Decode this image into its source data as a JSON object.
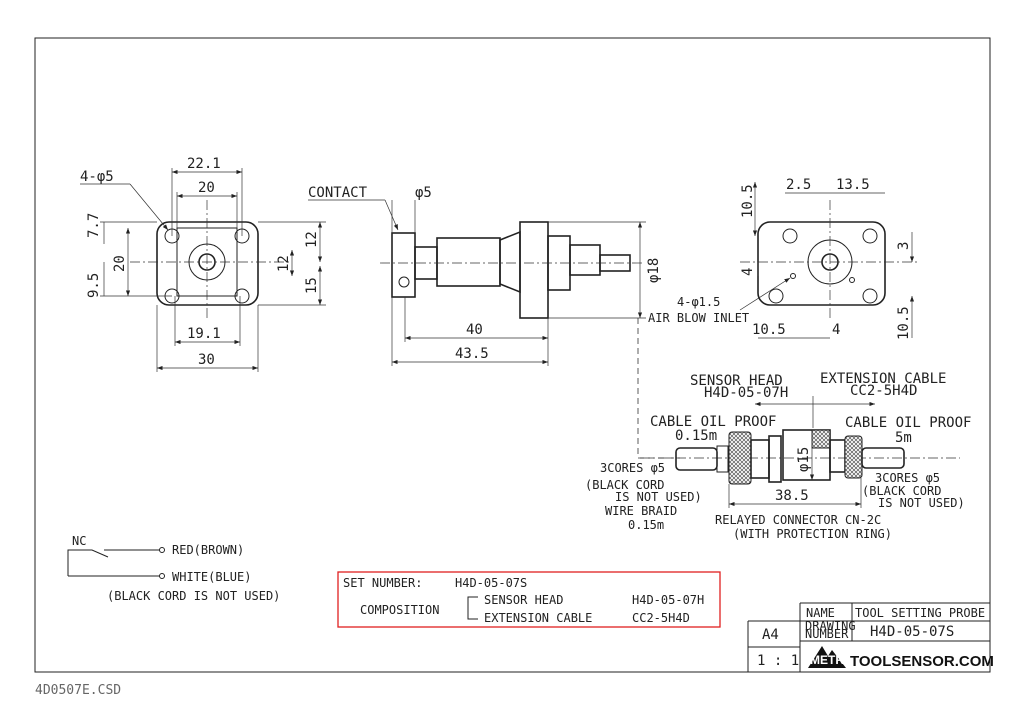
{
  "footer": {
    "file_name": "4D0507E.CSD"
  },
  "front_view": {
    "holes": "4-φ5",
    "width_holes": "22.1",
    "width_inner": "20",
    "left_top": "7.7",
    "left_height": "20",
    "left_bottom": "9.5",
    "right_top": "12",
    "right_mid": "12",
    "right_bottom": "15",
    "bottom_inner": "19.1",
    "bottom_width": "30"
  },
  "side_view": {
    "contact_label": "CONTACT",
    "contact_dia": "φ5",
    "body_dia": "φ18",
    "length_1": "40",
    "length_2": "43.5"
  },
  "rear_view": {
    "top_left": "10.5",
    "top_a": "2.5",
    "top_b": "13.5",
    "right_top": "3",
    "left_mid": "4",
    "inlet_holes": "4-φ1.5",
    "inlet_label": "AIR BLOW INLET",
    "bottom_a": "10.5",
    "bottom_b": "4",
    "right_bottom": "10.5"
  },
  "connector": {
    "sensor_head_label": "SENSOR HEAD",
    "sensor_head_code": "H4D-05-07H",
    "ext_cable_label": "EXTENSION CABLE",
    "ext_cable_code": "CC2-5H4D",
    "left_cable_label": "CABLE OIL PROOF",
    "left_cable_len": "0.15m",
    "right_cable_label": "CABLE OIL PROOF",
    "right_cable_len": "5m",
    "diameter": "φ15",
    "left_cores": "3CORES φ5",
    "left_black_1": "(BLACK CORD",
    "left_black_2": "IS NOT USED)",
    "wire_braid": "WIRE BRAID",
    "wire_braid_len": "0.15m",
    "right_cores": "3CORES φ5",
    "right_black_1": "(BLACK CORD",
    "right_black_2": "IS NOT USED)",
    "length": "38.5",
    "relay_label": "RELAYED CONNECTOR CN-2C",
    "relay_note": "(WITH PROTECTION RING)"
  },
  "wiring": {
    "nc": "NC",
    "red": "RED(BROWN)",
    "white": "WHITE(BLUE)",
    "note": "(BLACK CORD IS NOT USED)"
  },
  "set_box": {
    "set_label": "SET NUMBER:",
    "set_value": "H4D-05-07S",
    "composition_label": "COMPOSITION",
    "items": [
      {
        "name": "SENSOR HEAD",
        "code": "H4D-05-07H"
      },
      {
        "name": "EXTENSION CABLE",
        "code": "CC2-5H4D"
      }
    ],
    "border_color": "#e02020"
  },
  "title_block": {
    "name_label": "NAME",
    "name_value": "TOOL SETTING PROBE",
    "drawing_label_1": "DRAWING",
    "drawing_label_2": "NUMBER",
    "drawing_value": "H4D-05-07S",
    "paper_size": "A4",
    "scale": "1 : 1",
    "logo_text": "METROL",
    "website": "TOOLSENSOR.COM"
  }
}
